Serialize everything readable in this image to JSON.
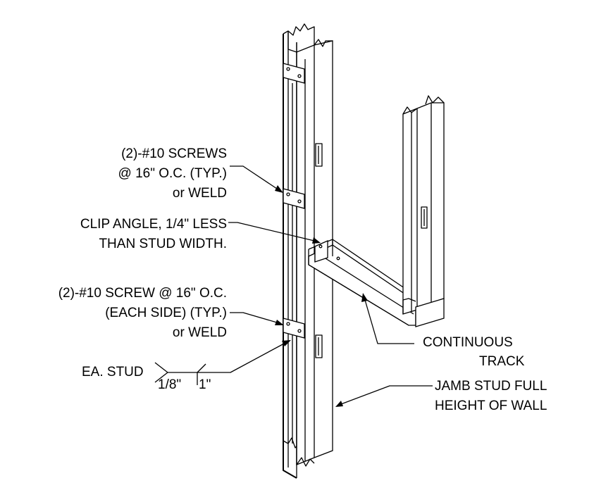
{
  "labels": {
    "screws_top": [
      "(2)-#10 SCREWS",
      "@ 16\" O.C. (TYP.)",
      "or WELD"
    ],
    "clip_angle": [
      "CLIP ANGLE, 1/4\" LESS",
      "THAN STUD WIDTH."
    ],
    "screw_side": [
      "(2)-#10 SCREW @ 16\" O.C.",
      "(EACH SIDE) (TYP.)",
      "or WELD"
    ],
    "weld_note": "EA. STUD",
    "weld_size": "1/8\"",
    "weld_length": "1\"",
    "continuous_track": [
      "CONTINUOUS",
      "TRACK"
    ],
    "jamb_stud": [
      "JAMB STUD FULL",
      "HEIGHT OF WALL"
    ]
  }
}
